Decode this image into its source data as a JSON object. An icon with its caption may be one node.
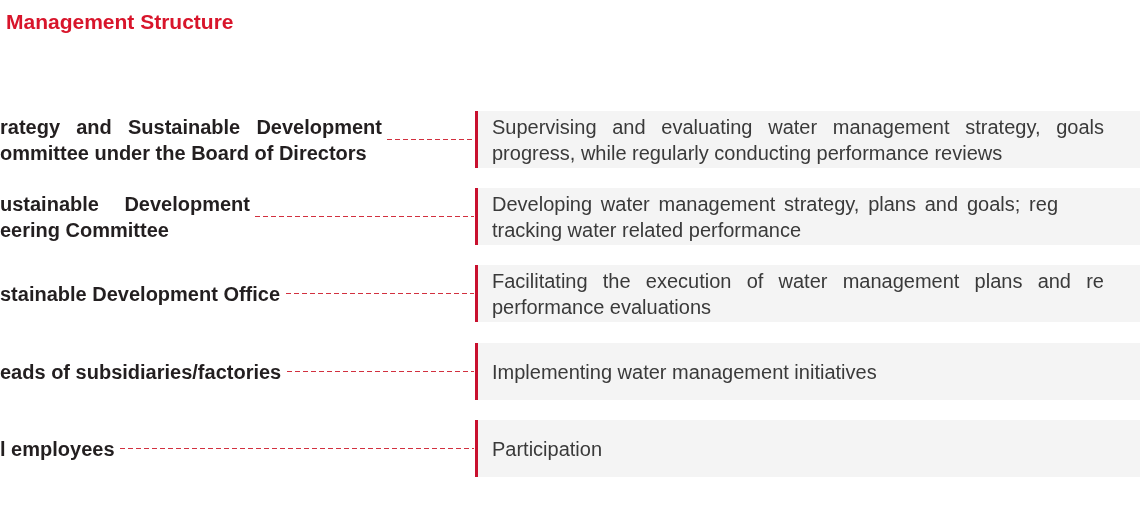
{
  "diagram": {
    "title": "Management Structure",
    "nodes": [
      {
        "text": [
          "rategy and Sustainable Development ommittee under the Board of Directors"
        ]
      },
      {
        "text": [
          "Supervising and evaluating water management strategy, goals progress, while regularly conducting performance reviews"
        ]
      },
      {
        "text": [
          "ustainable Development eering Committee"
        ]
      },
      {
        "text": [
          "Developing water management strategy, plans and goals; reg tracking water related performance"
        ]
      },
      {
        "text": [
          "stainable Development Office"
        ]
      },
      {
        "text": [
          "Facilitating the execution of water management plans and re performance evaluations"
        ]
      },
      {
        "text": [
          "eads of subsidiaries/factories"
        ]
      },
      {
        "text": [
          "Implementing water management initiatives"
        ]
      },
      {
        "text": [
          "l employees"
        ]
      },
      {
        "text": [
          "Participation"
        ]
      }
    ],
    "edges": [
      {
        "from": 0,
        "to": 1,
        "arrow": "none",
        "style": "dashed"
      },
      {
        "from": 2,
        "to": 3,
        "arrow": "none",
        "style": "dashed"
      },
      {
        "from": 4,
        "to": 5,
        "arrow": "none",
        "style": "dashed"
      },
      {
        "from": 6,
        "to": 7,
        "arrow": "none",
        "style": "dashed"
      },
      {
        "from": 8,
        "to": 9,
        "arrow": "none",
        "style": "dashed"
      }
    ]
  }
}
